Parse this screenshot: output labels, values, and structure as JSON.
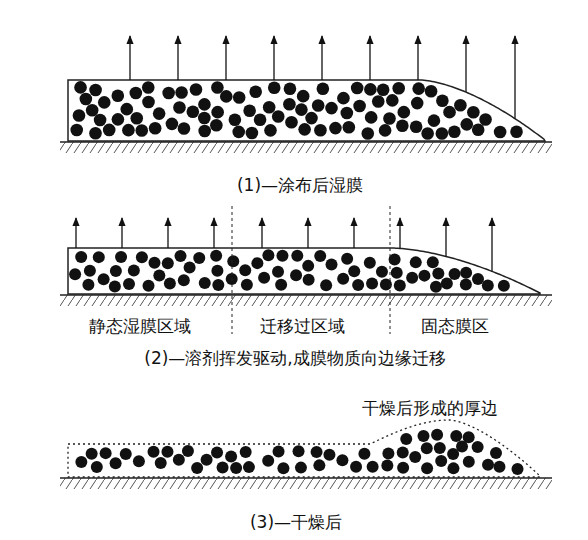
{
  "diagram": {
    "labels": [
      "(1)—涂布后湿膜",
      "静态湿膜区域",
      "迁移过区域",
      "固态膜区",
      "(2)—溶剂挥发驱动,成膜物质向边缘迁移",
      "干燥后形成的厚边",
      "(3)—干燥后"
    ]
  }
}
